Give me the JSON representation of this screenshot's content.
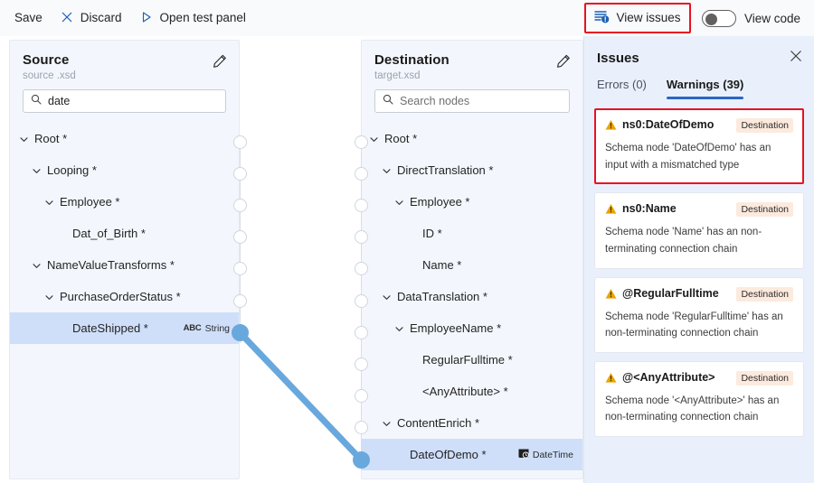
{
  "toolbar": {
    "save_label": "Save",
    "discard_label": "Discard",
    "discard_icon": "close-x-icon",
    "test_panel_label": "Open test panel",
    "test_panel_icon": "play-triangle-icon",
    "view_issues_label": "View issues",
    "view_issues_icon": "issues-list-icon",
    "view_code_label": "View code",
    "view_code_toggle_state": "off",
    "highlight_color": "#e81123"
  },
  "source_panel": {
    "title": "Source",
    "subtitle": "source .xsd",
    "edit_icon": "pencil-icon",
    "search": {
      "icon": "search-icon",
      "value": "date",
      "placeholder": "Search nodes"
    },
    "nodes": [
      {
        "label": "Root *",
        "indent": 0,
        "expandable": true,
        "selected": false,
        "type": ""
      },
      {
        "label": "Looping *",
        "indent": 1,
        "expandable": true,
        "selected": false,
        "type": ""
      },
      {
        "label": "Employee *",
        "indent": 2,
        "expandable": true,
        "selected": false,
        "type": ""
      },
      {
        "label": "Dat_of_Birth *",
        "indent": 3,
        "expandable": false,
        "selected": false,
        "type": ""
      },
      {
        "label": "NameValueTransforms *",
        "indent": 1,
        "expandable": true,
        "selected": false,
        "type": ""
      },
      {
        "label": "PurchaseOrderStatus *",
        "indent": 2,
        "expandable": true,
        "selected": false,
        "type": ""
      },
      {
        "label": "DateShipped *",
        "indent": 3,
        "expandable": false,
        "selected": true,
        "type": "String",
        "type_icon": "abc-string-icon"
      }
    ]
  },
  "destination_panel": {
    "title": "Destination",
    "subtitle": "target.xsd",
    "edit_icon": "pencil-icon",
    "search": {
      "icon": "search-icon",
      "value": "",
      "placeholder": "Search nodes"
    },
    "nodes": [
      {
        "label": "Root *",
        "indent": 0,
        "expandable": true,
        "selected": false,
        "type": ""
      },
      {
        "label": "DirectTranslation *",
        "indent": 1,
        "expandable": true,
        "selected": false,
        "type": ""
      },
      {
        "label": "Employee *",
        "indent": 2,
        "expandable": true,
        "selected": false,
        "type": ""
      },
      {
        "label": "ID *",
        "indent": 3,
        "expandable": false,
        "selected": false,
        "type": ""
      },
      {
        "label": "Name *",
        "indent": 3,
        "expandable": false,
        "selected": false,
        "type": ""
      },
      {
        "label": "DataTranslation *",
        "indent": 1,
        "expandable": true,
        "selected": false,
        "type": ""
      },
      {
        "label": "EmployeeName *",
        "indent": 2,
        "expandable": true,
        "selected": false,
        "type": ""
      },
      {
        "label": "RegularFulltime *",
        "indent": 3,
        "expandable": false,
        "selected": false,
        "type": ""
      },
      {
        "label": "<AnyAttribute> *",
        "indent": 3,
        "expandable": false,
        "selected": false,
        "type": ""
      },
      {
        "label": "ContentEnrich *",
        "indent": 1,
        "expandable": true,
        "selected": false,
        "type": ""
      },
      {
        "label": "DateOfDemo *",
        "indent": 2,
        "expandable": false,
        "selected": true,
        "type": "DateTime",
        "type_icon": "datetime-icon"
      }
    ]
  },
  "connection": {
    "from_node": "DateShipped *",
    "to_node": "DateOfDemo *",
    "color": "#69a8dd"
  },
  "issues_panel": {
    "title": "Issues",
    "close_icon": "close-icon",
    "tabs": [
      {
        "label": "Errors (0)",
        "active": false
      },
      {
        "label": "Warnings (39)",
        "active": true
      }
    ],
    "items": [
      {
        "name": "ns0:DateOfDemo",
        "tag": "Destination",
        "description": "Schema node 'DateOfDemo' has an input with a mismatched type",
        "icon": "warning-triangle-icon",
        "highlighted": true
      },
      {
        "name": "ns0:Name",
        "tag": "Destination",
        "description": "Schema node 'Name' has an non-terminating connection chain",
        "icon": "warning-triangle-icon",
        "highlighted": false
      },
      {
        "name": "@RegularFulltime",
        "tag": "Destination",
        "description": "Schema node 'RegularFulltime' has an non-terminating connection chain",
        "icon": "warning-triangle-icon",
        "highlighted": false
      },
      {
        "name": "@<AnyAttribute>",
        "tag": "Destination",
        "description": "Schema node '<AnyAttribute>' has an non-terminating connection chain",
        "icon": "warning-triangle-icon",
        "highlighted": false
      }
    ]
  }
}
